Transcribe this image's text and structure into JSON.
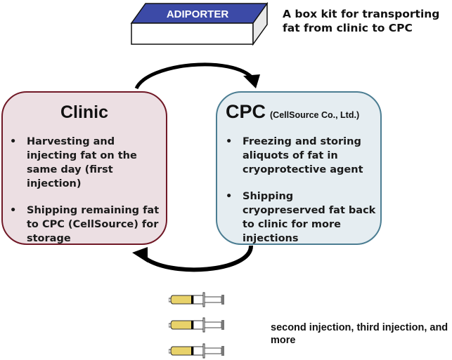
{
  "kit": {
    "box_label": "ADIPORTER",
    "caption": "A box kit for transporting fat from clinic to CPC",
    "box_top_color": "#3c4aa7"
  },
  "clinic": {
    "title": "Clinic",
    "bullets": [
      {
        "before": "Harvesting and injecting fat on the same day (",
        "emph": "first",
        "after": " injection)"
      },
      {
        "before": "Shipping remaining fat to CPC (CellSource) for storage",
        "emph": "",
        "after": ""
      }
    ],
    "bullet_glyph": "•",
    "border_color": "#701826",
    "fill_color": "#ecdfe3"
  },
  "cpc": {
    "title": "CPC",
    "subtitle": "(CellSource Co., Ltd.)",
    "bullets": [
      "Freezing and storing aliquots of fat in cryoprotective agent",
      "Shipping cryopreserved fat back to clinic for more injections"
    ],
    "bullet_glyph": "•",
    "border_color": "#4b7d92",
    "fill_color": "#e5edf1"
  },
  "arrows": {
    "top": "clinic-to-cpc",
    "bottom": "cpc-to-clinic"
  },
  "injections": {
    "syringe_count": 3,
    "fill_color": "#e8d26a",
    "caption_emph": "second",
    "caption_rest": " injection, third injection, and more"
  }
}
